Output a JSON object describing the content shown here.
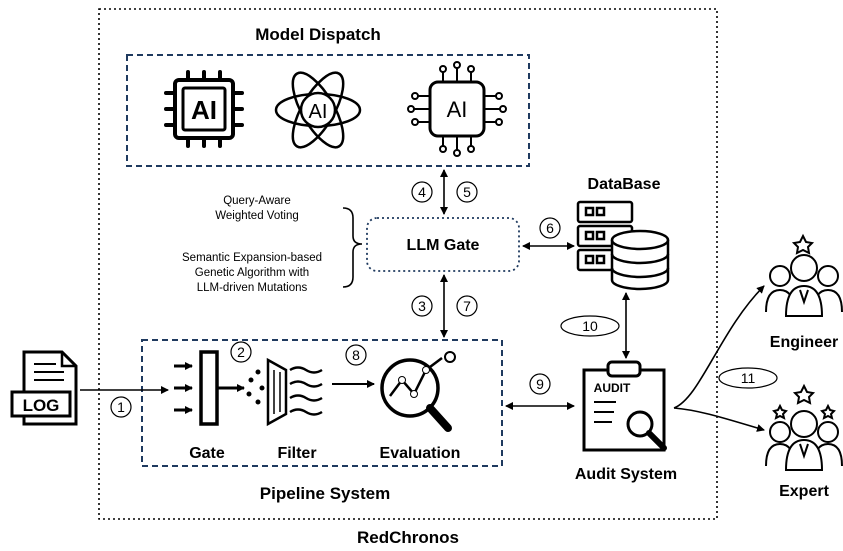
{
  "outer_frame": {
    "title": "RedChronos"
  },
  "model_dispatch": {
    "title": "Model Dispatch",
    "icons": [
      {
        "label": "AI",
        "icon": "ai-chip-icon"
      },
      {
        "label": "AI",
        "icon": "ai-orbit-icon"
      },
      {
        "label": "AI",
        "icon": "ai-circuit-icon"
      }
    ]
  },
  "llm_gate": {
    "label": "LLM Gate",
    "methods": [
      {
        "line1": "Query-Aware",
        "line2": "Weighted Voting"
      },
      {
        "line1": "Semantic Expansion-based",
        "line2": "Genetic Algorithm with",
        "line3": "LLM-driven Mutations"
      }
    ]
  },
  "database": {
    "label": "DataBase",
    "icon": "database-server-icon"
  },
  "pipeline": {
    "title": "Pipeline System",
    "stages": [
      "Gate",
      "Filter",
      "Evaluation"
    ]
  },
  "log_input": {
    "label": "LOG",
    "icon": "log-file-icon"
  },
  "audit": {
    "label": "Audit System",
    "icon_text": "AUDIT"
  },
  "people": [
    {
      "label": "Engineer",
      "icon": "engineer-team-icon"
    },
    {
      "label": "Expert",
      "icon": "expert-team-icon"
    }
  ],
  "steps": [
    "1",
    "2",
    "3",
    "4",
    "5",
    "6",
    "7",
    "8",
    "9",
    "10",
    "11"
  ]
}
